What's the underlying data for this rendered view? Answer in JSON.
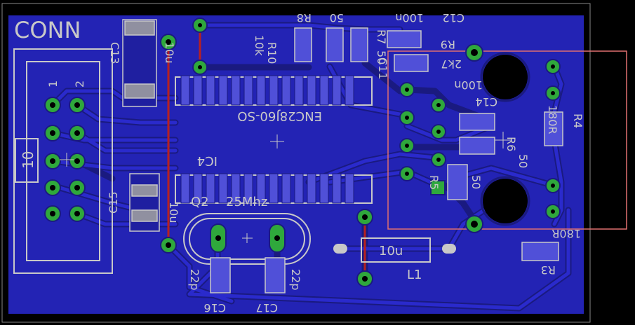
{
  "colors": {
    "background": "#000000",
    "board_fill": "#2323b4",
    "trace": "#2a2acc",
    "trace_dark": "#1a1a80",
    "silk": "#c8c8c8",
    "pad_green": "#2fa83c",
    "via_red": "#b82020",
    "outline_red": "#e07070",
    "smd_pad": "#5050d8"
  },
  "labels": {
    "conn": "CONN",
    "pin1": "1",
    "pin2": "2",
    "pin10": "10",
    "c13": "C13",
    "c13_val": "10u",
    "c14": "C14",
    "c14_val": "100n",
    "r10": "R10",
    "r10_val": "10k",
    "r8": "R8",
    "r8_val": "50",
    "r7": "R7",
    "r7_val": "50",
    "c12": "C12",
    "c12_val": "100n",
    "r9": "R9",
    "r9_val": "2k7",
    "c11": "C11",
    "ic4_part": "ENC28J60-SO",
    "ic4": "IC4",
    "q2": "Q2",
    "q2_val": "25Mhz",
    "c15": "C15",
    "c15_val": "10u",
    "c16": "C16",
    "c16_val": "22p",
    "c17": "C17",
    "c17_val": "22p",
    "l1": "L1",
    "l1_val": "10u",
    "r5": "R5",
    "r5_val": "50",
    "r6": "R6",
    "r6_val": "50",
    "r4": "R4",
    "r4_val": "180R",
    "r3": "R3",
    "r3_val": "180R"
  }
}
